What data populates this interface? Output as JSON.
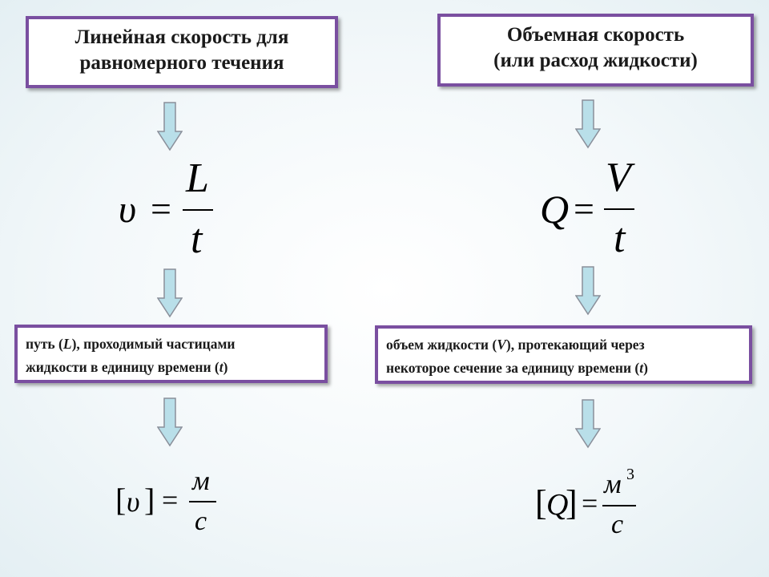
{
  "left": {
    "title_line1": "Линейная скорость для",
    "title_line2": "равномерного течения",
    "formula": {
      "lhs": "υ",
      "eq": "=",
      "numerator": "L",
      "denominator": "t"
    },
    "description": {
      "p1": "путь (",
      "var1": "L",
      "p2": "), проходимый частицами",
      "p3": "жидкости в единицу времени (",
      "var2": "t",
      "p4": ")"
    },
    "unit": {
      "bracket_open": "[",
      "symbol": "υ",
      "bracket_close": "]",
      "eq": "=",
      "numerator": "м",
      "denominator": "с"
    }
  },
  "right": {
    "title_line1": "Объемная скорость",
    "title_line2": "(или расход жидкости)",
    "formula": {
      "lhs": "Q",
      "eq": "=",
      "numerator": "V",
      "denominator": "t"
    },
    "description": {
      "p1": "объем жидкости (",
      "var1": "V",
      "p2": "), протекающий через",
      "p3": "некоторое сечение за единицу времени (",
      "var2": "t",
      "p4": ")"
    },
    "unit": {
      "bracket_open": "[",
      "symbol": "Q",
      "bracket_close": "]",
      "eq": "=",
      "numerator": "м",
      "exponent": "3",
      "denominator": "с"
    }
  },
  "colors": {
    "border": "#7a4fa0",
    "arrow_fill": "#b9dfe9",
    "arrow_stroke": "#8a8f9a"
  },
  "icons": {
    "arrow": "arrow-down-icon"
  }
}
